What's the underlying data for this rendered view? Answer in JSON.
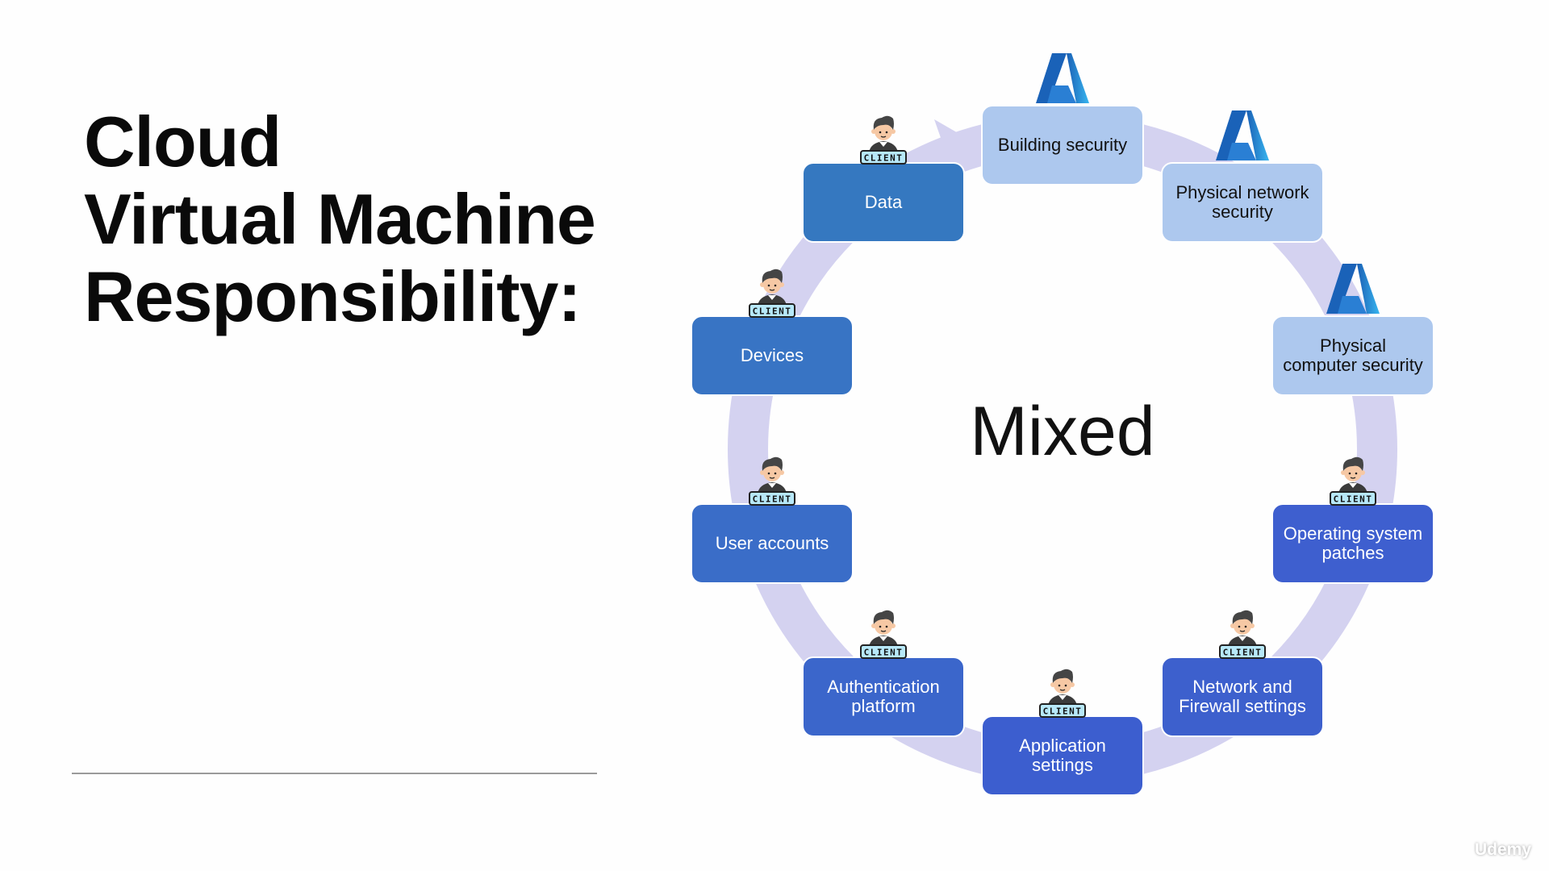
{
  "title_lines": [
    "Cloud",
    "Virtual Machine",
    "Responsibility:"
  ],
  "center_label": "Mixed",
  "watermark": "Udemy",
  "colors": {
    "ring": "#d4d2f0",
    "client_box": "#3a6ccc",
    "azure_box": "#adc8ee"
  },
  "nodes": [
    {
      "label": "Building security",
      "owner": "azure",
      "icon": "azure-logo-icon"
    },
    {
      "label": "Physical network security",
      "owner": "azure",
      "icon": "azure-logo-icon"
    },
    {
      "label": "Physical computer security",
      "owner": "azure",
      "icon": "azure-logo-icon"
    },
    {
      "label": "Operating system patches",
      "owner": "client",
      "icon": "client-person-icon",
      "badge": "CLIENT",
      "color": "#3e5fcf"
    },
    {
      "label": "Network and Firewall settings",
      "owner": "client",
      "icon": "client-person-icon",
      "badge": "CLIENT",
      "color": "#3d60cd"
    },
    {
      "label": "Application settings",
      "owner": "client",
      "icon": "client-person-icon",
      "badge": "CLIENT",
      "color": "#3c5ecf"
    },
    {
      "label": "Authentication platform",
      "owner": "client",
      "icon": "client-person-icon",
      "badge": "CLIENT",
      "color": "#3b66cb"
    },
    {
      "label": "User accounts",
      "owner": "client",
      "icon": "client-person-icon",
      "badge": "CLIENT",
      "color": "#3a6dc8"
    },
    {
      "label": "Devices",
      "owner": "client",
      "icon": "client-person-icon",
      "badge": "CLIENT",
      "color": "#3874c4"
    },
    {
      "label": "Data",
      "owner": "client",
      "icon": "client-person-icon",
      "badge": "CLIENT",
      "color": "#3578c0"
    }
  ]
}
